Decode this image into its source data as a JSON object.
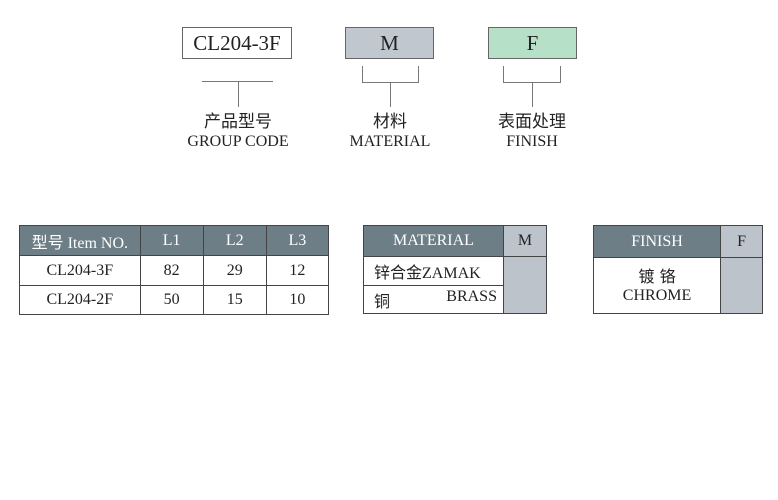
{
  "code_boxes": [
    {
      "text": "CL204-3F",
      "label_cn": "产品型号",
      "label_en": "GROUP CODE"
    },
    {
      "text": "M",
      "label_cn": "材料",
      "label_en": "MATERIAL"
    },
    {
      "text": "F",
      "label_cn": "表面处理",
      "label_en": "FINISH"
    }
  ],
  "colors": {
    "material_box": "#c0c7cf",
    "finish_box": "#b6e0c8",
    "header": "#6d7e86"
  },
  "item_table": {
    "headers": [
      "型号 Item NO.",
      "L1",
      "L2",
      "L3"
    ],
    "rows": [
      [
        "CL204-3F",
        "82",
        "29",
        "12"
      ],
      [
        "CL204-2F",
        "50",
        "15",
        "10"
      ]
    ]
  },
  "material_table": {
    "header": "MATERIAL",
    "code": "M",
    "rows": [
      {
        "cn": "锌合金",
        "en": "ZAMAK"
      },
      {
        "cn": "铜",
        "en": "BRASS"
      }
    ]
  },
  "finish_table": {
    "header": "FINISH",
    "code": "F",
    "cn": "镀 铬",
    "en": "CHROME"
  }
}
